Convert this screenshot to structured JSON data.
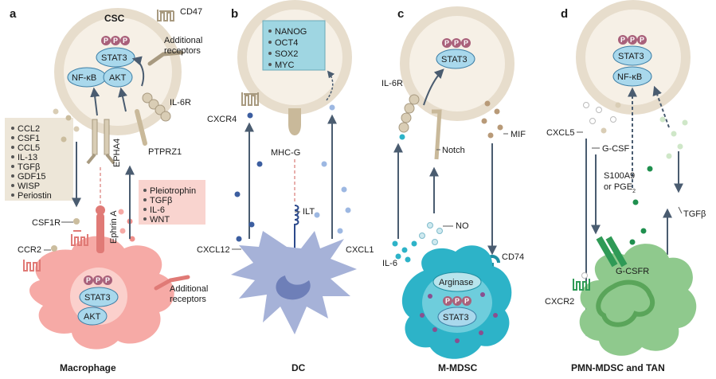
{
  "panels": [
    {
      "letter": "a",
      "top_cell": "CSC",
      "bottom_cell": "Macrophage"
    },
    {
      "letter": "b",
      "bottom_cell": "DC"
    },
    {
      "letter": "c",
      "bottom_cell": "M-MDSC"
    },
    {
      "letter": "d",
      "bottom_cell": "PMN-MDSC and TAN"
    }
  ],
  "phospho": "P",
  "panel_a": {
    "csc_nodes": [
      "STAT3",
      "NF-κB",
      "AKT"
    ],
    "receptors": [
      "CD47",
      "Additional receptors",
      "IL-6R",
      "PTPRZ1",
      "EPHA4"
    ],
    "csc_secreted": [
      "CCL2",
      "CSF1",
      "CCL5",
      "IL-13",
      "TGFβ",
      "GDF15",
      "WISP",
      "Periostin"
    ],
    "macrophage_secreted": [
      "Pleiotrophin",
      "TGFβ",
      "IL-6",
      "WNT"
    ],
    "macrophage_receptors": [
      "CSF1R",
      "CCR2",
      "Ephrin A",
      "Additional receptors"
    ],
    "macrophage_nodes": [
      "STAT3",
      "AKT"
    ]
  },
  "panel_b": {
    "stem_genes": [
      "NANOG",
      "OCT4",
      "SOX2",
      "MYC"
    ],
    "labels": [
      "CXCR4",
      "MHC-G",
      "ILT",
      "CXCL12",
      "CXCL1"
    ]
  },
  "panel_c": {
    "csc_nodes": [
      "STAT3"
    ],
    "labels": [
      "IL-6R",
      "Notch",
      "MIF",
      "NO",
      "CD74",
      "IL-6"
    ],
    "mdsc_nodes": [
      "Arginase",
      "STAT3"
    ]
  },
  "panel_d": {
    "csc_nodes": [
      "STAT3",
      "NF-κB"
    ],
    "labels": [
      "CXCL5",
      "G-CSF",
      "S100A9",
      "or PGE",
      "2",
      "TGFβ",
      "G-CSFR",
      "CXCR2"
    ]
  },
  "colors": {
    "csc_outer": "#e7ddcc",
    "csc_inner": "#f6f0e6",
    "node_blue": "#a9d8ec",
    "node_stroke": "#3e7fa6",
    "phospho": "#a9607a",
    "arrow": "#4a5c70",
    "csc_secreted_box": "#ede6d8",
    "mac_secreted_box": "#f9d4cf",
    "macrophage": "#f6aaa6",
    "dc": "#a6b2d8",
    "mdsc": "#2db3c8",
    "tan": "#8fc98d",
    "stem_box": "#9fd6e2"
  }
}
